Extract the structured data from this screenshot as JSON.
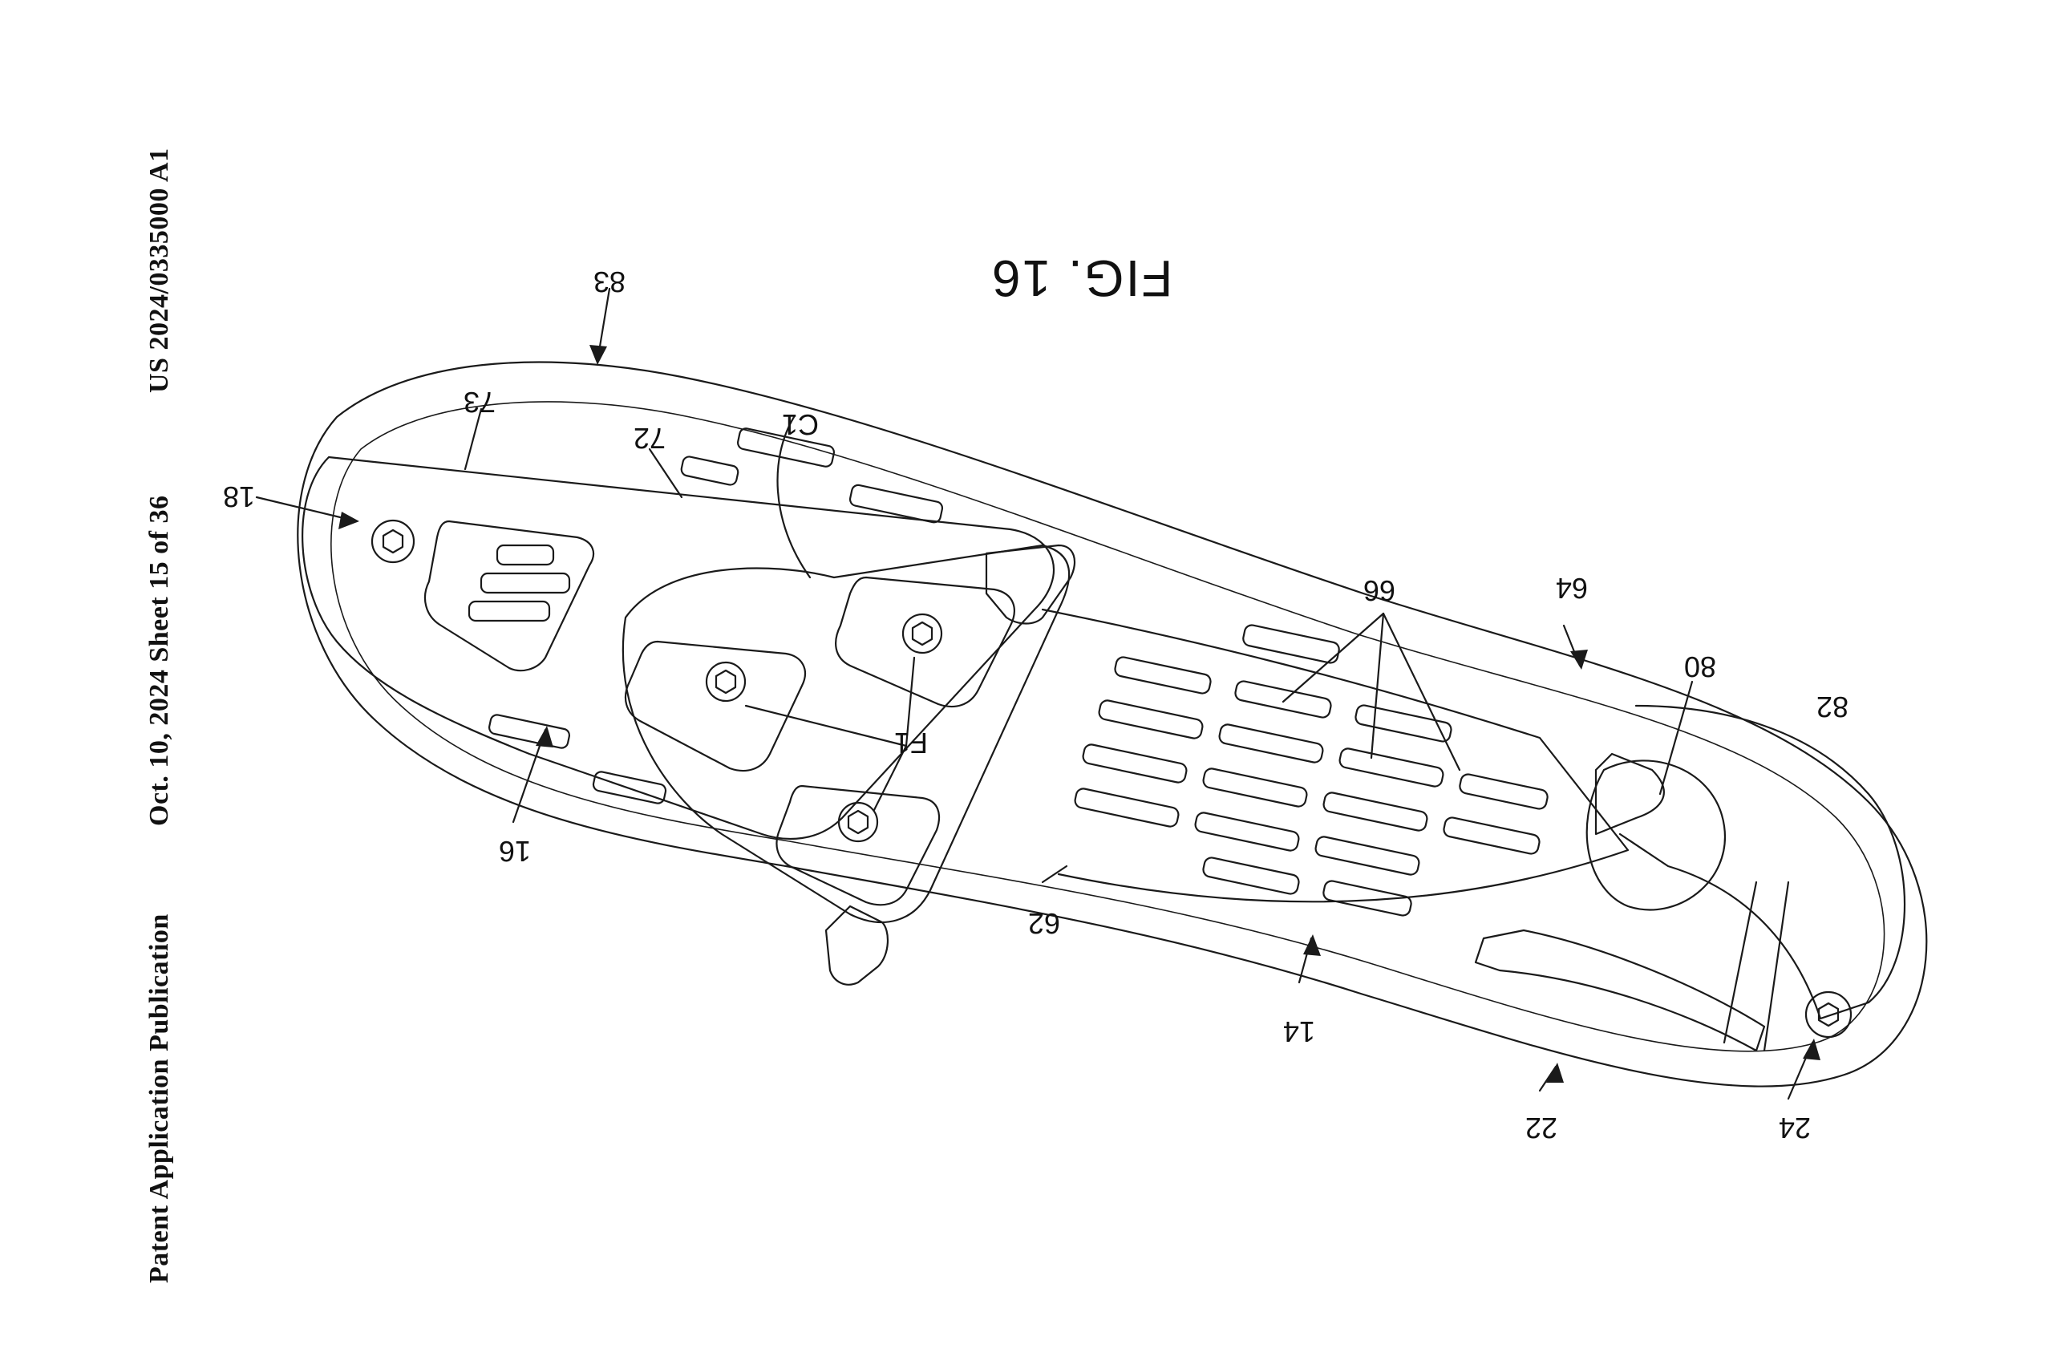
{
  "header": {
    "publication_type": "Patent Application Publication",
    "date_sheet": "Oct. 10, 2024   Sheet 15 of 36",
    "patent_number": "US 2024/0335000 A1"
  },
  "figure": {
    "title": "FIG. 16",
    "subject": "shoe-sole-with-cleat",
    "labels": {
      "l83": "83",
      "l73": "73",
      "l72": "72",
      "lC1": "C1",
      "l18": "18",
      "l66": "66",
      "l64": "64",
      "l80": "80",
      "l82": "82",
      "lF1": "F1",
      "l16": "16",
      "l62": "62",
      "l14": "14",
      "l22": "22",
      "l24": "24"
    }
  },
  "colors": {
    "ink": "#1a1a1a",
    "paper": "#ffffff"
  }
}
